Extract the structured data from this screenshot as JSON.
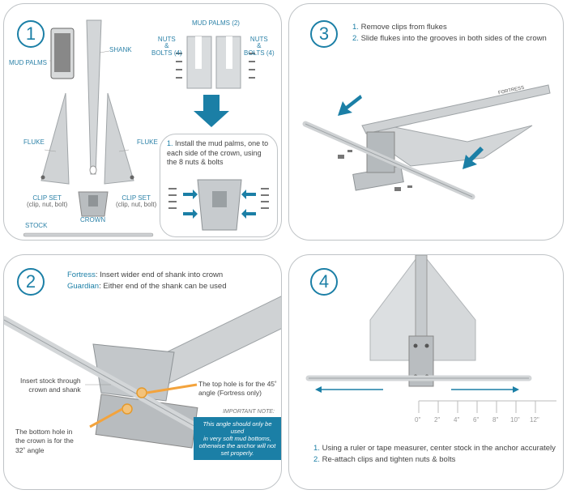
{
  "panel1": {
    "step": "1",
    "labels": {
      "mud_palms": "MUD PALMS",
      "shank": "SHANK",
      "mud_palms_count": "MUD PALMS (2)",
      "nuts_bolts_left": [
        "NUTS",
        "&",
        "BOLTS (4)"
      ],
      "nuts_bolts_right": [
        "NUTS",
        "&",
        "BOLTS (4)"
      ],
      "fluke_left": "FLUKE",
      "fluke_right": "FLUKE",
      "clip_set_left": [
        "CLIP SET",
        "(clip, nut, bolt)"
      ],
      "clip_set_right": [
        "CLIP SET",
        "(clip, nut, bolt)"
      ],
      "crown": "CROWN",
      "stock": "STOCK"
    },
    "sub_instruction": {
      "num": "1.",
      "lines": [
        "Install the mud palms, one to",
        "each side of the crown, using",
        "the 8 nuts & bolts"
      ]
    }
  },
  "panel2": {
    "step": "2",
    "line1_brand": "Fortress",
    "line1_text": ": Insert wider end of shank into crown",
    "line2_brand": "Guardian",
    "line2_text": ": Either end of the shank can be used",
    "insert_stock": [
      "Insert stock through",
      "crown and shank"
    ],
    "top_hole": [
      "The top hole is for the 45˚",
      "angle (Fortress only)"
    ],
    "bottom_hole": [
      "The bottom hole in",
      "the crown is for the",
      "32˚ angle"
    ],
    "note_title": "IMPORTANT NOTE:",
    "note_text": [
      "This angle should only be used",
      "in very soft mud bottoms,",
      "otherwise the anchor will not",
      "set properly."
    ]
  },
  "panel3": {
    "step": "3",
    "instructions": [
      {
        "num": "1.",
        "text": "Remove clips from flukes"
      },
      {
        "num": "2.",
        "text": "Slide flukes into the grooves in both sides of the crown"
      }
    ],
    "shank_brand": "FORTRESS"
  },
  "panel4": {
    "step": "4",
    "ruler_ticks": [
      "0\"",
      "2\"",
      "4\"",
      "6\"",
      "8\"",
      "10\"",
      "12\""
    ],
    "instructions": [
      {
        "num": "1.",
        "text": "Using a ruler or tape measurer, center stock in the anchor accurately"
      },
      {
        "num": "2.",
        "text": "Re-attach clips and tighten nuts & bolts"
      }
    ]
  },
  "colors": {
    "accent": "#1b7fa6",
    "border": "#bfc3c6",
    "metal": "#c9cdd0"
  }
}
